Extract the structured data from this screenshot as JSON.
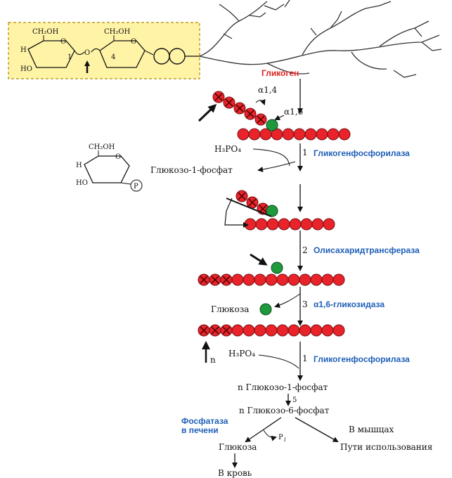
{
  "colors": {
    "bead_red": "#e8232a",
    "bead_green": "#1e9a3c",
    "enzyme_blue": "#1f5fb8",
    "glycogen_red": "#e02020",
    "highlight_box": "#fff3a6",
    "box_border": "#b08a00"
  },
  "inset_structure": {
    "ch2oh_left": "CH₂OH",
    "ch2oh_right": "CH₂OH",
    "h": "H",
    "ho": "HO",
    "o": "O",
    "pos_1": "1",
    "pos_4": "4"
  },
  "glycogen_label": "Гликоген",
  "bond_labels": {
    "a14": "α1,4",
    "a16": "α1,6"
  },
  "step1": {
    "number": "1",
    "enzyme": "Гликогенфосфорилаза",
    "reagent": "H₃PO₄",
    "product": "Глюкозо-1-фосфат"
  },
  "g1p_structure": {
    "ch2oh": "CH₂OH",
    "h": "H",
    "ho": "HO",
    "o": "O",
    "p": "P"
  },
  "step2": {
    "number": "2",
    "enzyme": "Олисахаридтрансфераза"
  },
  "step3": {
    "number": "3",
    "enzyme": "α1,6-гликозидаза",
    "product": "Глюкоза"
  },
  "step4": {
    "number": "1",
    "enzyme": "Гликогенфосфорилаза",
    "reagent": "H₃PO₄",
    "n_label": "n"
  },
  "products": {
    "g1p_n": "n Глюкозо-1-фосфат",
    "step5_number": "5",
    "g6p_n": "n Глюкозо-6-фосфат",
    "phosphatase_line1": "Фосфатаза",
    "phosphatase_line2": "в печени",
    "pi": "P",
    "pi_sub": "i",
    "glucose": "Глюкоза",
    "blood": "В кровь",
    "muscles": "В мышцах",
    "usage": "Пути использования"
  }
}
